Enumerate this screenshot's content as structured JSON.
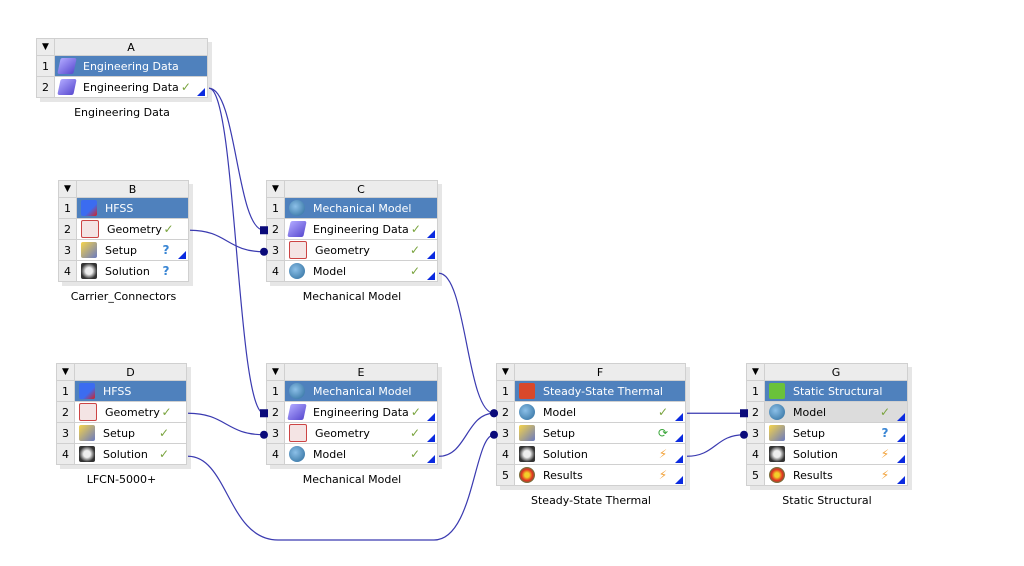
{
  "colors": {
    "title_row": "#4f81bd",
    "wire": "#3a3ab0",
    "check": "#7aa43f",
    "question": "#3a86d4",
    "bolt": "#f2a23a"
  },
  "systems": [
    {
      "id": "A",
      "caption": "Engineering Data",
      "rows": [
        {
          "num": "1",
          "label": "Engineering Data",
          "icon": "book-icon",
          "status": "",
          "title": true
        },
        {
          "num": "2",
          "label": "Engineering Data",
          "icon": "book-icon",
          "status": "check",
          "corner": true
        }
      ]
    },
    {
      "id": "B",
      "caption": "Carrier_Connectors",
      "rows": [
        {
          "num": "1",
          "label": "HFSS",
          "icon": "hfss-icon",
          "status": "",
          "title": true
        },
        {
          "num": "2",
          "label": "Geometry",
          "icon": "geometry-icon",
          "status": "check"
        },
        {
          "num": "3",
          "label": "Setup",
          "icon": "setup-icon",
          "status": "question",
          "corner": true
        },
        {
          "num": "4",
          "label": "Solution",
          "icon": "solution-icon",
          "status": "question-outline"
        }
      ]
    },
    {
      "id": "C",
      "caption": "Mechanical Model",
      "rows": [
        {
          "num": "1",
          "label": "Mechanical Model",
          "icon": "mesh-icon",
          "status": "",
          "title": true
        },
        {
          "num": "2",
          "label": "Engineering Data",
          "icon": "book-icon",
          "status": "check",
          "corner": true
        },
        {
          "num": "3",
          "label": "Geometry",
          "icon": "geometry-icon",
          "status": "check",
          "corner": true
        },
        {
          "num": "4",
          "label": "Model",
          "icon": "model-icon",
          "status": "check",
          "corner": true
        }
      ]
    },
    {
      "id": "D",
      "caption": "LFCN-5000+",
      "rows": [
        {
          "num": "1",
          "label": "HFSS",
          "icon": "hfss-icon",
          "status": "",
          "title": true
        },
        {
          "num": "2",
          "label": "Geometry",
          "icon": "geometry-icon",
          "status": "check"
        },
        {
          "num": "3",
          "label": "Setup",
          "icon": "setup-icon",
          "status": "check"
        },
        {
          "num": "4",
          "label": "Solution",
          "icon": "solution-icon",
          "status": "check"
        }
      ]
    },
    {
      "id": "E",
      "caption": "Mechanical Model",
      "rows": [
        {
          "num": "1",
          "label": "Mechanical Model",
          "icon": "mesh-icon",
          "status": "",
          "title": true
        },
        {
          "num": "2",
          "label": "Engineering Data",
          "icon": "book-icon",
          "status": "check",
          "corner": true
        },
        {
          "num": "3",
          "label": "Geometry",
          "icon": "geometry-icon",
          "status": "check",
          "corner": true
        },
        {
          "num": "4",
          "label": "Model",
          "icon": "model-icon",
          "status": "check",
          "corner": true
        }
      ]
    },
    {
      "id": "F",
      "caption": "Steady-State Thermal",
      "rows": [
        {
          "num": "1",
          "label": "Steady-State Thermal",
          "icon": "thermometer-icon",
          "status": "",
          "title": true
        },
        {
          "num": "2",
          "label": "Model",
          "icon": "model-icon",
          "status": "check",
          "corner": true
        },
        {
          "num": "3",
          "label": "Setup",
          "icon": "setup-icon",
          "status": "refresh",
          "corner": true
        },
        {
          "num": "4",
          "label": "Solution",
          "icon": "solution-icon",
          "status": "lightning",
          "corner": true
        },
        {
          "num": "5",
          "label": "Results",
          "icon": "results-icon",
          "status": "lightning",
          "corner": true
        }
      ]
    },
    {
      "id": "G",
      "caption": "Static Structural",
      "rows": [
        {
          "num": "1",
          "label": "Static Structural",
          "icon": "structural-icon",
          "status": "",
          "title": true
        },
        {
          "num": "2",
          "label": "Model",
          "icon": "model-icon",
          "status": "check",
          "corner": true,
          "selected": true
        },
        {
          "num": "3",
          "label": "Setup",
          "icon": "setup-icon",
          "status": "question",
          "corner": true
        },
        {
          "num": "4",
          "label": "Solution",
          "icon": "solution-icon",
          "status": "lightning",
          "corner": true
        },
        {
          "num": "5",
          "label": "Results",
          "icon": "results-icon",
          "status": "lightning",
          "corner": true
        }
      ]
    }
  ],
  "connections": [
    {
      "from": "A.2",
      "to": "C.2",
      "type": "share"
    },
    {
      "from": "A.2",
      "to": "E.2",
      "type": "share"
    },
    {
      "from": "B.2",
      "to": "C.3",
      "type": "transfer"
    },
    {
      "from": "D.2",
      "to": "E.3",
      "type": "transfer"
    },
    {
      "from": "C.4",
      "to": "F.2",
      "type": "transfer"
    },
    {
      "from": "E.4",
      "to": "F.2",
      "type": "transfer"
    },
    {
      "from": "D.4",
      "to": "F.3",
      "type": "transfer"
    },
    {
      "from": "F.2",
      "to": "G.2",
      "type": "share"
    },
    {
      "from": "F.4",
      "to": "G.3",
      "type": "transfer"
    }
  ]
}
